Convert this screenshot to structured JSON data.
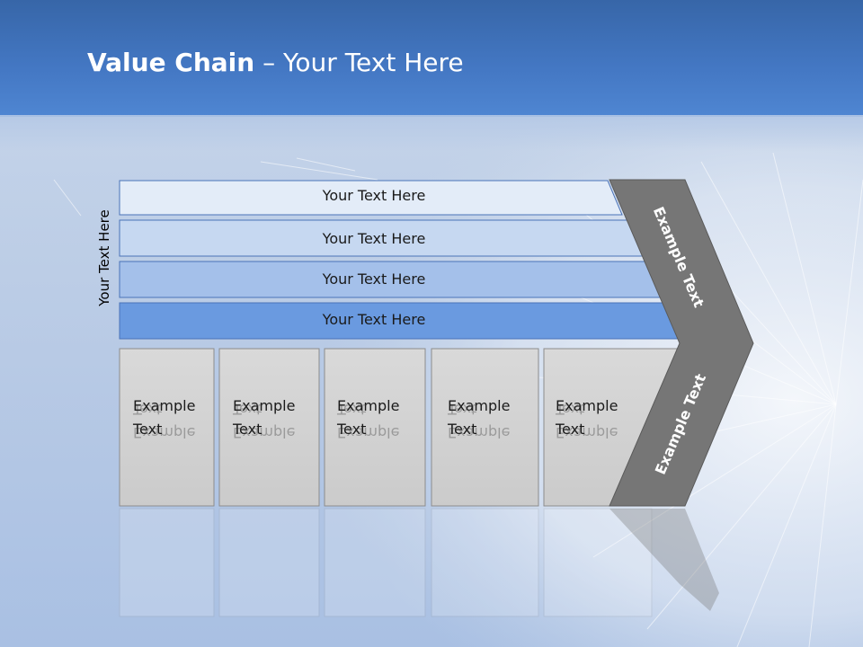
{
  "title": {
    "bold": "Value Chain",
    "rest": " – Your Text Here"
  },
  "side_label": "Your Text Here",
  "bars": [
    {
      "label": "Your Text Here"
    },
    {
      "label": "Your Text Here"
    },
    {
      "label": "Your Text Here"
    },
    {
      "label": "Your Text Here"
    }
  ],
  "boxes": [
    {
      "line1": "Example",
      "line2": "Text"
    },
    {
      "line1": "Example",
      "line2": "Text"
    },
    {
      "line1": "Example",
      "line2": "Text"
    },
    {
      "line1": "Example",
      "line2": "Text"
    },
    {
      "line1": "Example",
      "line2": "Text"
    }
  ],
  "chevron": {
    "upper": "Example Text",
    "lower": "Example Text"
  },
  "colors": {
    "bar_1": "#e3ecf8",
    "bar_2": "#c6d8f1",
    "bar_3": "#a4c0ea",
    "bar_4": "#6a9ae0",
    "box": "#d4d4d4",
    "chevron": "#767676"
  }
}
